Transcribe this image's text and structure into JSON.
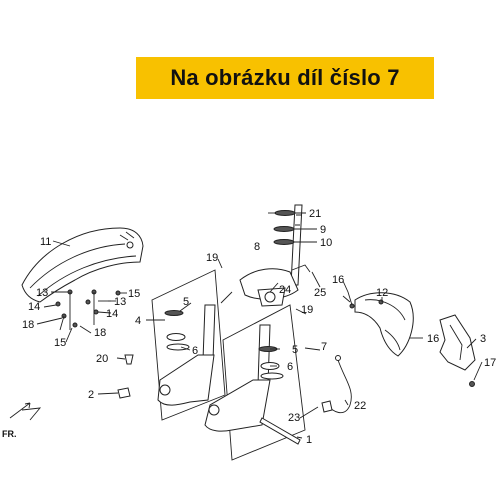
{
  "banner": {
    "text": "Na obrázku díl číslo 7"
  },
  "labels": {
    "l1": "1",
    "l2": "2",
    "l3": "3",
    "l4": "4",
    "l5a": "5",
    "l5b": "5",
    "l6a": "6",
    "l6b": "6",
    "l7": "7",
    "l8": "8",
    "l9": "9",
    "l10": "10",
    "l11": "11",
    "l12": "12",
    "l13a": "13",
    "l13b": "13",
    "l14a": "14",
    "l14b": "14",
    "l15a": "15",
    "l15b": "15",
    "l16a": "16",
    "l16b": "16",
    "l17": "17",
    "l18a": "18",
    "l18b": "18",
    "l19a": "19",
    "l19b": "19",
    "l20": "20",
    "l21": "21",
    "l22": "22",
    "l23": "23",
    "l24": "24",
    "l25": "25",
    "fr": "FR."
  },
  "colors": {
    "banner": "#f8c100",
    "line": "#222222"
  }
}
